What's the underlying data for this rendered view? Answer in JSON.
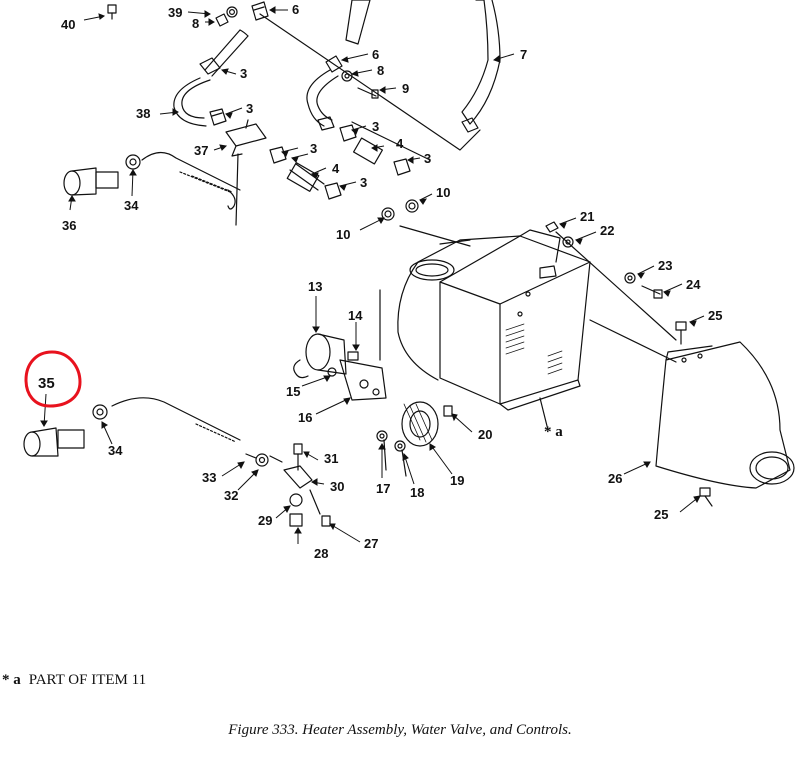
{
  "callouts": {
    "c40": "40",
    "c39": "39",
    "c8a": "8",
    "c6a": "6",
    "c6b": "6",
    "c8b": "8",
    "c9": "9",
    "c7": "7",
    "c3a": "3",
    "c38": "38",
    "c3b": "3",
    "c3c": "3",
    "c4a": "4",
    "c3d": "3",
    "c37": "37",
    "c3e": "3",
    "c4b": "4",
    "c3f": "3",
    "c10a": "10",
    "c36": "36",
    "c34a": "34",
    "c10b": "10",
    "c21": "21",
    "c22": "22",
    "c23": "23",
    "c24": "24",
    "c13": "13",
    "c25a": "25",
    "c14": "14",
    "c15": "15",
    "c35": "35",
    "c16": "16",
    "c34b": "34",
    "c20": "20",
    "c33": "33",
    "c31": "31",
    "c32": "32",
    "c30": "30",
    "c17": "17",
    "c18": "18",
    "c19": "19",
    "c26": "26",
    "c25b": "25",
    "c29": "29",
    "c28": "28",
    "c27": "27"
  },
  "star_a_label": "* a",
  "footnote": {
    "mark": "* a",
    "text": "PART OF ITEM 11"
  },
  "caption": "Figure 333.  Heater Assembly, Water Valve, and Controls.",
  "highlight_color": "#e8121e",
  "ink_color": "#111111"
}
